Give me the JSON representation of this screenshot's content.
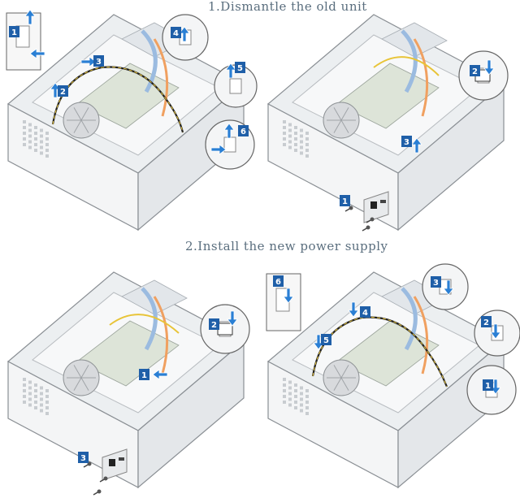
{
  "headings": {
    "step1": "1.Dismantle the old unit",
    "step2": "2.Install the new power supply"
  },
  "colors": {
    "case_line": "#8a8f94",
    "case_fill": "#f4f5f6",
    "callout_badge": "#1f5fa8",
    "arrow": "#2a7fd4",
    "cable_yellow": "#e8c438",
    "cable_orange": "#f0a060",
    "fan_blue": "#9bbbe0",
    "heading_text": "#5a6e7e"
  },
  "panels": [
    {
      "callouts": [
        "1",
        "2",
        "3",
        "4",
        "5",
        "6"
      ]
    },
    {
      "callouts": [
        "1",
        "2",
        "3"
      ]
    },
    {
      "callouts": [
        "1",
        "2",
        "3"
      ]
    },
    {
      "callouts": [
        "1",
        "2",
        "3",
        "4",
        "5",
        "6"
      ]
    }
  ]
}
